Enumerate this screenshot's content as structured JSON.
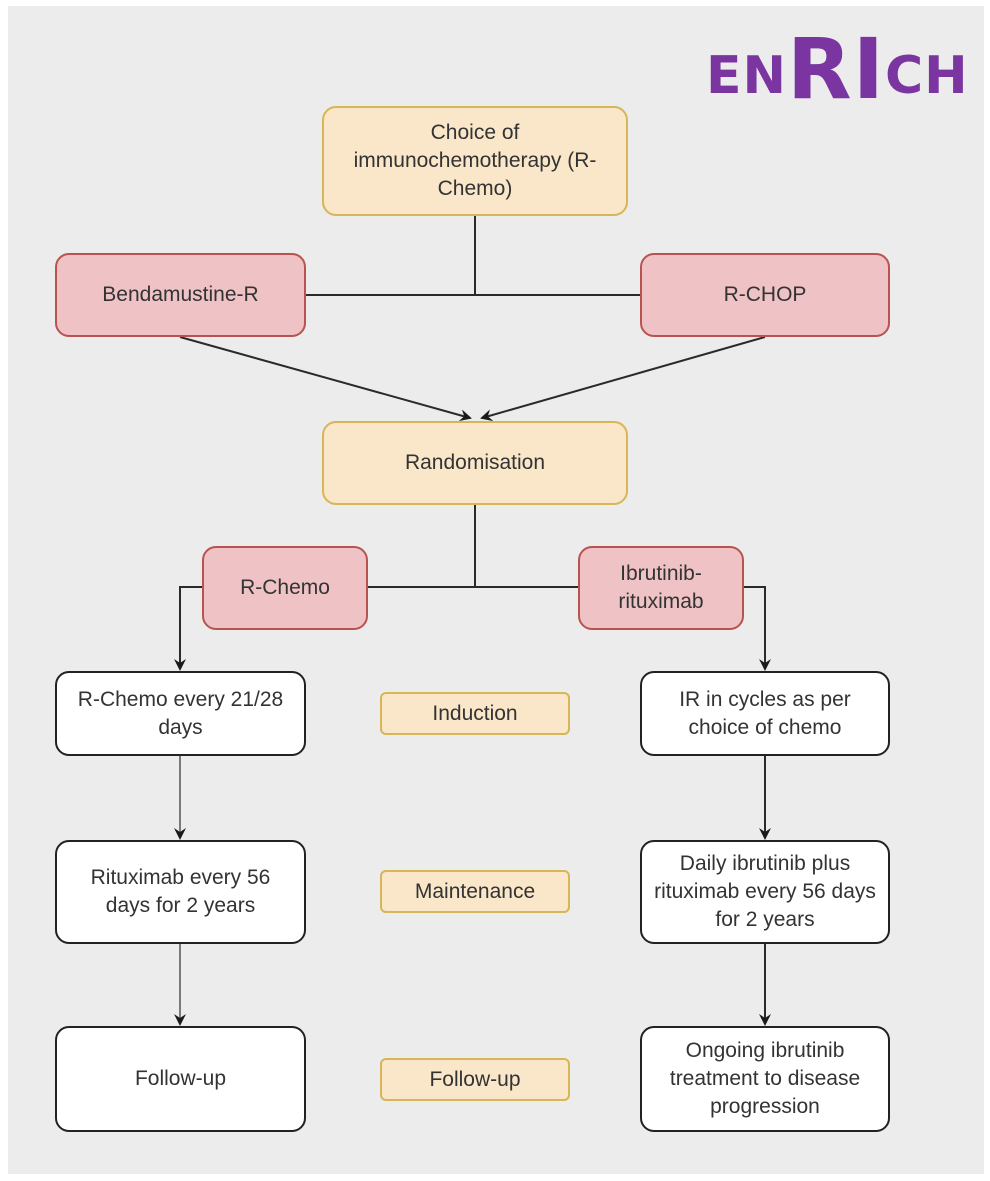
{
  "logo": {
    "pre": "EN",
    "big": "RI",
    "post": "CH"
  },
  "nodes": {
    "choice": "Choice of immunochemotherapy (R-Chemo)",
    "bendamustine": "Bendamustine-R",
    "rchop": "R-CHOP",
    "randomisation": "Randomisation",
    "rchemo": "R-Chemo",
    "ibrutinib_rituximab": "Ibrutinib-rituximab",
    "left_induction": "R-Chemo every 21/28 days",
    "left_maintenance": "Rituximab every 56 days for 2 years",
    "left_followup": "Follow-up",
    "right_induction": "IR in cycles as per choice of chemo",
    "right_maintenance": "Daily ibrutinib plus rituximab every 56 days for 2 years",
    "right_followup": "Ongoing ibrutinib treatment to disease progression"
  },
  "phases": {
    "induction": "Induction",
    "maintenance": "Maintenance",
    "followup": "Follow-up"
  },
  "colors": {
    "orange_fill": "#fae6c8",
    "orange_stroke": "#d6b656",
    "red_fill": "#efc3c6",
    "red_stroke": "#b85450",
    "logo": "#7a35a0"
  }
}
